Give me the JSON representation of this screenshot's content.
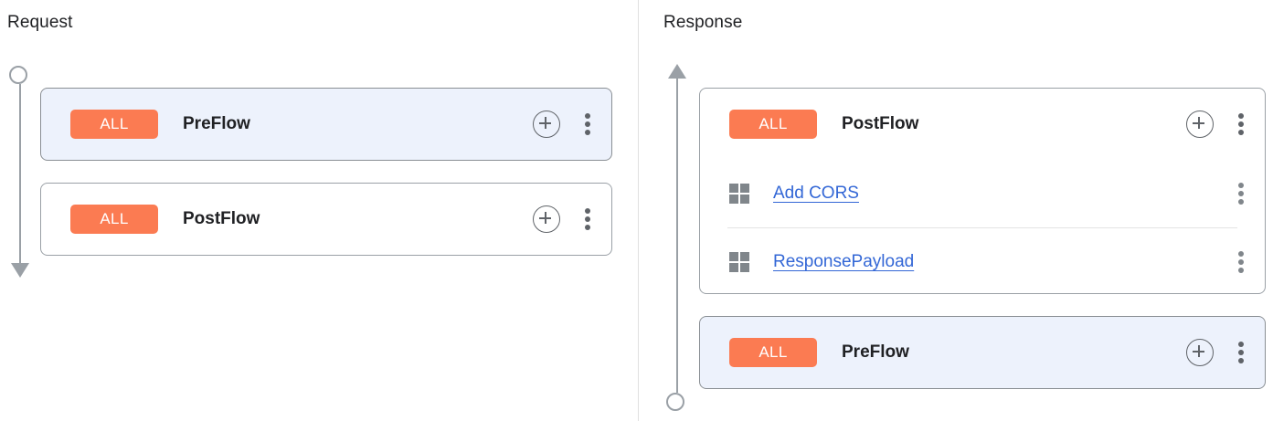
{
  "panels": {
    "request": {
      "title": "Request",
      "rail": {
        "start_icon": "circle-node",
        "end_icon": "arrow-down-icon"
      },
      "cards": [
        {
          "name": "PreFlow",
          "badge": "ALL",
          "selected": true,
          "add_icon": "plus-circle-icon",
          "menu_icon": "more-vert-icon",
          "policies": []
        },
        {
          "name": "PostFlow",
          "badge": "ALL",
          "selected": false,
          "add_icon": "plus-circle-icon",
          "menu_icon": "more-vert-icon",
          "policies": []
        }
      ]
    },
    "response": {
      "title": "Response",
      "rail": {
        "start_icon": "arrow-up-icon",
        "end_icon": "circle-node"
      },
      "cards": [
        {
          "name": "PostFlow",
          "badge": "ALL",
          "selected": false,
          "add_icon": "plus-circle-icon",
          "menu_icon": "more-vert-icon",
          "policies": [
            {
              "label": "Add CORS",
              "drag_icon": "drag-grid-icon",
              "menu_icon": "more-vert-icon"
            },
            {
              "label": "ResponsePayload",
              "drag_icon": "drag-grid-icon",
              "menu_icon": "more-vert-icon"
            }
          ]
        },
        {
          "name": "PreFlow",
          "badge": "ALL",
          "selected": true,
          "add_icon": "plus-circle-icon",
          "menu_icon": "more-vert-icon",
          "policies": []
        }
      ]
    }
  },
  "colors": {
    "badge_bg": "#fb7b52",
    "badge_text": "#ffffff",
    "selected_card_bg": "#edf2fc",
    "policy_link": "#3367d6",
    "rail": "#9aa0a6",
    "card_border": "#9aa0a6"
  }
}
